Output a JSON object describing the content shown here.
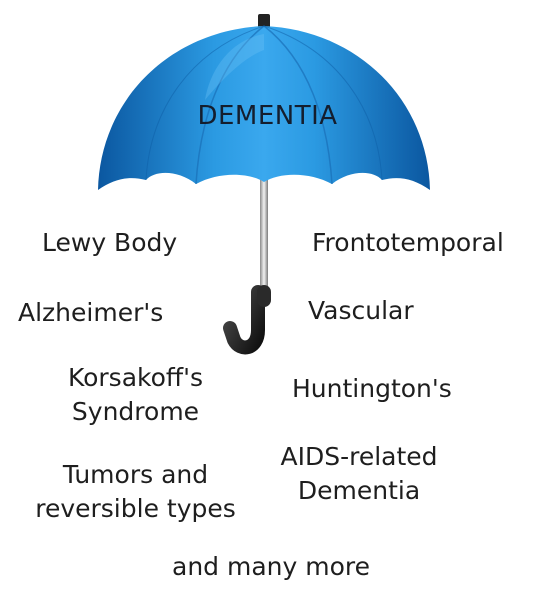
{
  "umbrella": {
    "title": "DEMENTIA",
    "canopy_color_light": "#2e9fe6",
    "canopy_color_dark": "#0d5ea8",
    "handle_color": "#1b1b1b"
  },
  "types": {
    "lewy_body": "Lewy Body",
    "frontotemporal": "Frontotemporal",
    "alzheimers": "Alzheimer's",
    "vascular": "Vascular",
    "korsakoff_line1": "Korsakoff's",
    "korsakoff_line2": "Syndrome",
    "huntingtons": "Huntington's",
    "tumors_line1": "Tumors and",
    "tumors_line2": "reversible types",
    "aids_line1": "AIDS-related",
    "aids_line2": "Dementia",
    "more": "and many more"
  }
}
